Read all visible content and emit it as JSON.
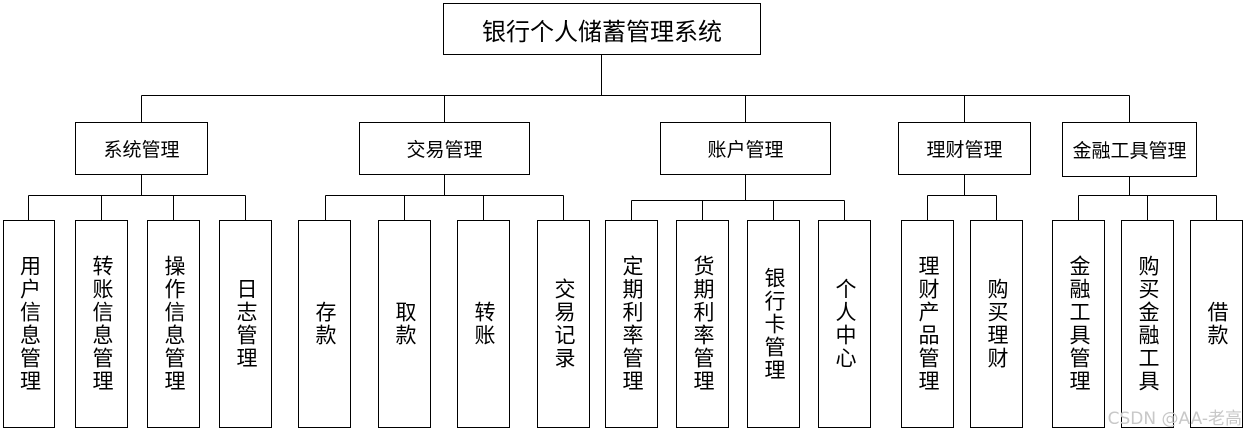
{
  "root": "银行个人储蓄管理系统",
  "modules": [
    {
      "name": "系统管理",
      "children": [
        "用户信息管理",
        "转账信息管理",
        "操作信息管理",
        "日志管理"
      ]
    },
    {
      "name": "交易管理",
      "children": [
        "存款",
        "取款",
        "转账",
        "交易记录"
      ]
    },
    {
      "name": "账户管理",
      "children": [
        "定期利率管理",
        "货期利率管理",
        "银行卡管理",
        "个人中心"
      ]
    },
    {
      "name": "理财管理",
      "children": [
        "理财产品管理",
        "购买理财"
      ]
    },
    {
      "name": "金融工具管理",
      "children": [
        "金融工具管理",
        "购买金融工具",
        "借款"
      ]
    }
  ],
  "watermark": "CSDN @AA-老高"
}
